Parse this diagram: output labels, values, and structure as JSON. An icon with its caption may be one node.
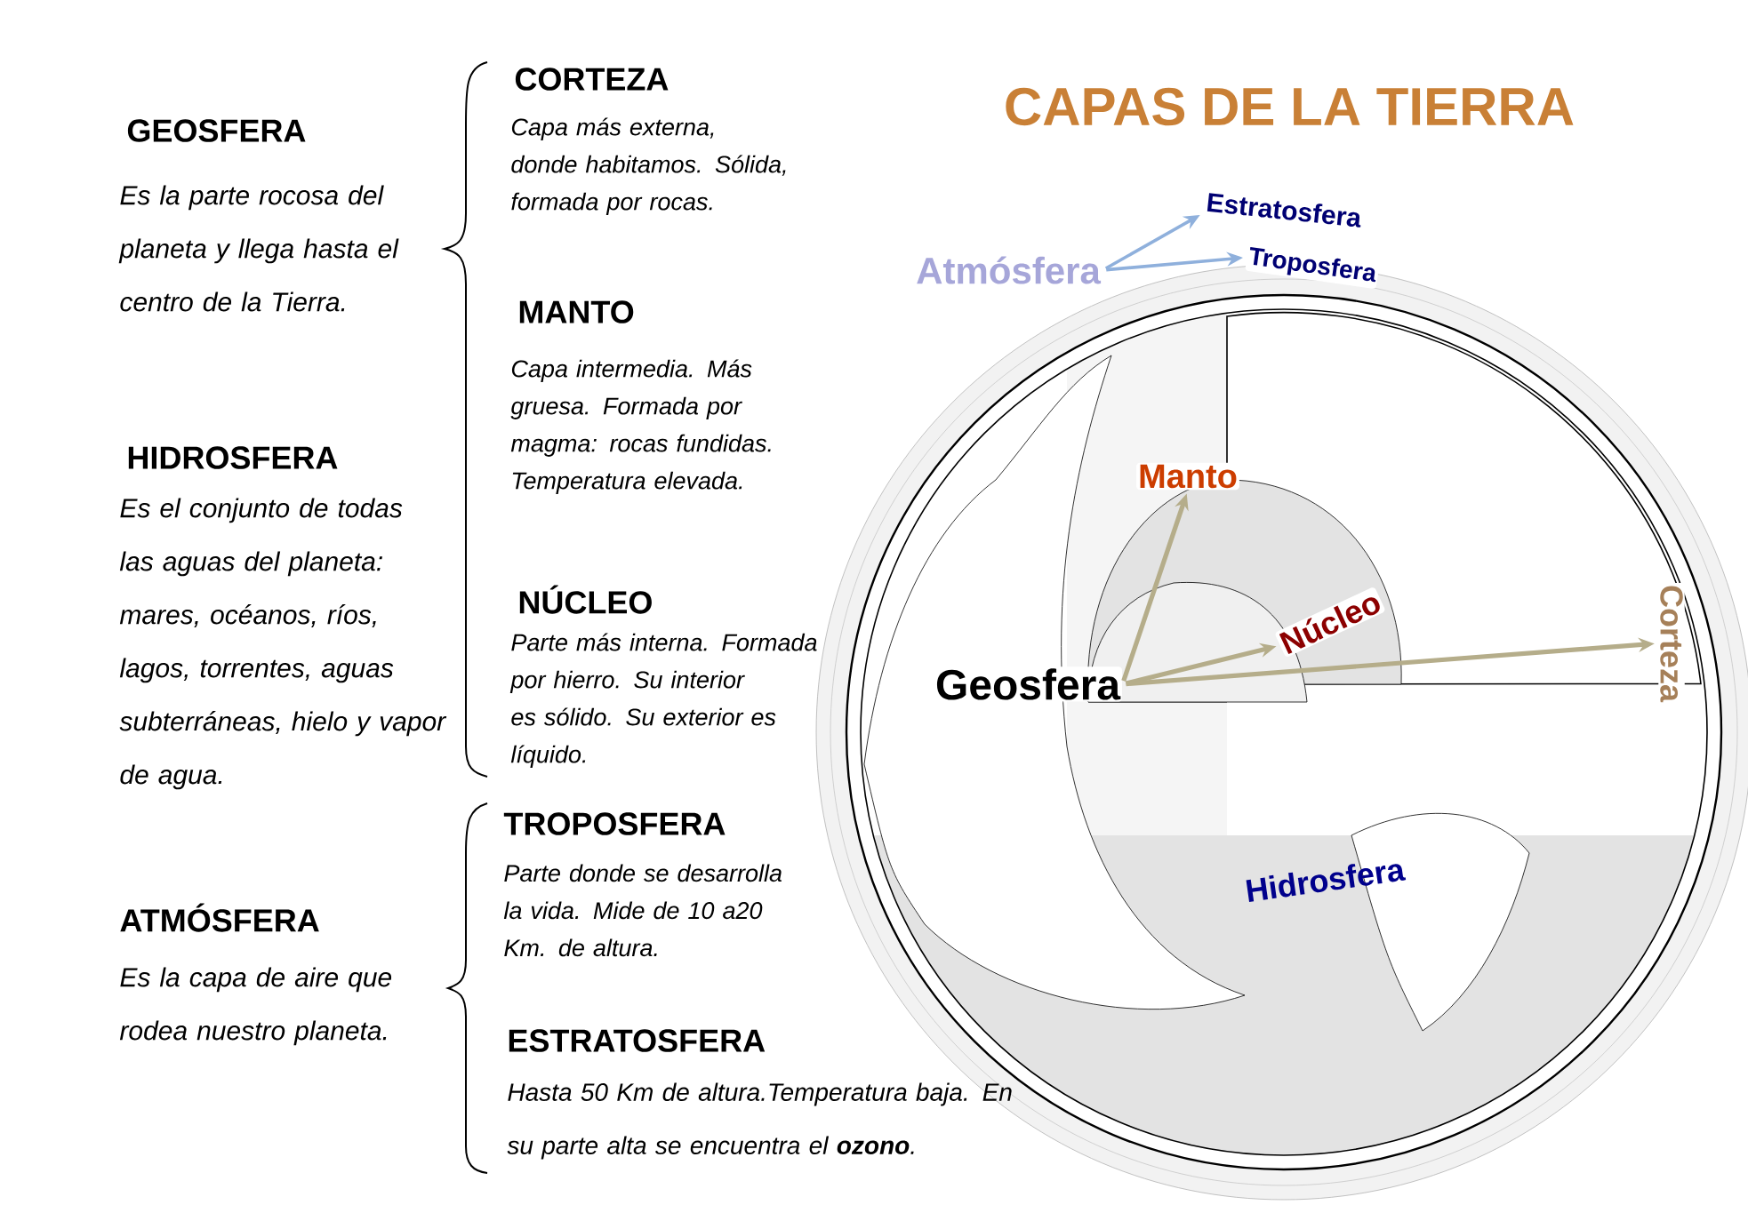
{
  "diagram": {
    "title": "CAPAS DE LA TIERRA",
    "nodes": [
      {
        "text": [
          "Atmósfera"
        ]
      },
      {
        "text": [
          "Estratosfera"
        ]
      },
      {
        "text": [
          "Troposfera"
        ]
      },
      {
        "text": [
          "Manto"
        ]
      },
      {
        "text": [
          "Geosfera"
        ]
      },
      {
        "text": [
          "Núcleo"
        ]
      },
      {
        "text": [
          "Corteza"
        ]
      }
    ],
    "edges": [
      {
        "from": 0,
        "to": 1,
        "arrow": "to",
        "color": "#8fb0dc"
      },
      {
        "from": 0,
        "to": 2,
        "arrow": "to",
        "color": "#8fb0dc"
      },
      {
        "from": 4,
        "to": 3,
        "arrow": "to"
      },
      {
        "from": 4,
        "to": 5,
        "arrow": "to"
      },
      {
        "from": 4,
        "to": 6,
        "arrow": "to"
      }
    ],
    "labels": [
      "GEOSFERA",
      "Es la parte rocosa del planeta y llega hasta el centro de la Tierra.",
      "HIDROSFERA",
      "Es el conjunto de todas las aguas del planeta: mares, océanos, ríos, lagos, torrentes, aguas subterráneas, hielo y vapor de agua.",
      "ATMÓSFERA",
      "Es la capa de aire que rodea nuestro planeta.",
      "CORTEZA",
      "Capa más externa, donde habitamos. Sólida, formada por rocas.",
      "MANTO",
      "Capa intermedia. Más gruesa. Formada por magma: rocas fundidas. Temperatura elevada.",
      "NÚCLEO",
      "Parte más interna. Formada por hierro. Su interior es sólido. Su exterior es líquido.",
      "TROPOSFERA",
      "Parte donde se desarrolla la vida. Mide de 10 a20 Km. de altura.",
      "ESTRATOSFERA",
      "Hasta 50 Km de altura.Temperatura baja. En su parte alta se encuentra el **ozono**.",
      "Hidrosfera"
    ]
  }
}
